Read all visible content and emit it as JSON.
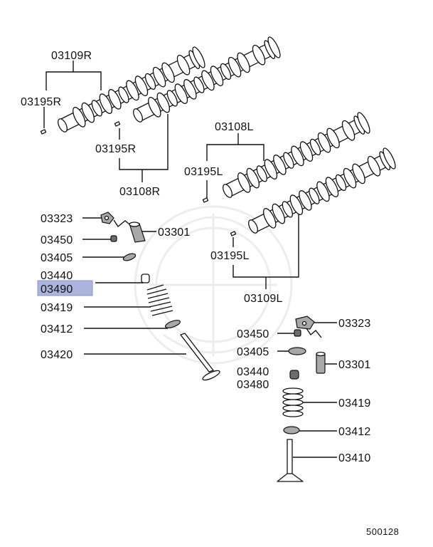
{
  "diagram": {
    "figure_number": "500128",
    "highlight_color": "#aab4dc",
    "labels": {
      "cam_rh_exhaust": "03109R",
      "key_rh_exhaust": "03195R",
      "key_rh_intake": "03195R",
      "cam_rh_intake": "03108R",
      "cam_lh_intake": "03108L",
      "key_lh_intake": "03195L",
      "key_lh_exhaust": "03195L",
      "cam_lh_exhaust": "03109L",
      "rocker_left": "03323",
      "adjuster_left": "03450",
      "lash_adjuster_left": "03301",
      "retainer_left": "03405",
      "seal_left": "03440",
      "seal_left_selected": "03490",
      "spring_left": "03419",
      "seat_left": "03412",
      "valve_left": "03420",
      "rocker_right": "03323",
      "adjuster_right": "03450",
      "retainer_right": "03405",
      "lash_adjuster_right": "03301",
      "seal_right": "03440",
      "seal_right_alt": "03480",
      "spring_right": "03419",
      "seat_right": "03412",
      "valve_right": "03410"
    }
  }
}
